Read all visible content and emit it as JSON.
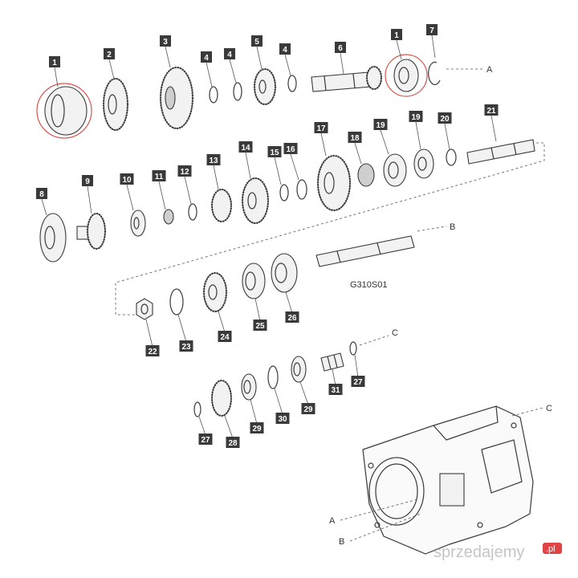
{
  "diagram": {
    "drawing_code": "G310S01",
    "callouts": [
      "1",
      "2",
      "3",
      "4",
      "4",
      "5",
      "4",
      "6",
      "1",
      "7",
      "8",
      "9",
      "10",
      "11",
      "12",
      "13",
      "14",
      "15",
      "16",
      "17",
      "18",
      "19",
      "19",
      "20",
      "21",
      "22",
      "23",
      "24",
      "25",
      "26",
      "27",
      "31",
      "27",
      "28",
      "29",
      "30",
      "29"
    ],
    "reference_letters": [
      "A",
      "A",
      "B",
      "B",
      "C",
      "C"
    ],
    "highlighted_parts": [
      "1"
    ]
  },
  "watermark": {
    "text": "sprzedajemy",
    "badge": ".pl"
  },
  "colors": {
    "callout_box": "#3a3a3a",
    "highlight_circle": "#d9534f",
    "ink": "#3a3a3a"
  }
}
